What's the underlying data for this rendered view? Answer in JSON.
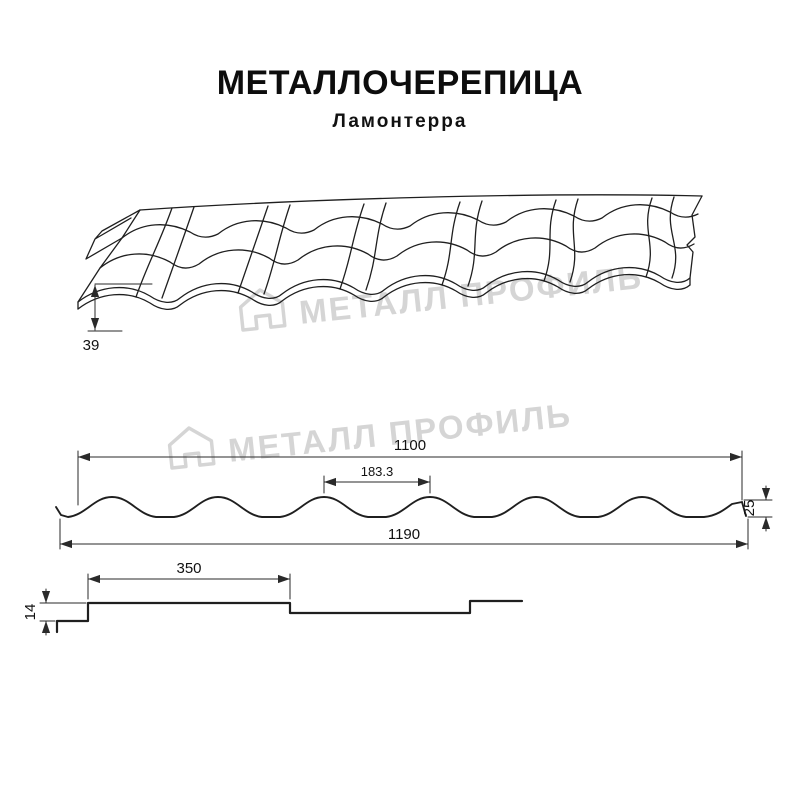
{
  "title": "МЕТАЛЛОЧЕРЕПИЦА",
  "subtitle": "Ламонтерра",
  "watermark_text": "МЕТАЛЛ ПРОФИЛЬ",
  "dims": {
    "front_step_height": "39",
    "cover_width": "1100",
    "wave_pitch": "183.3",
    "profile_height": "25",
    "overall_width": "1190",
    "module_length": "350",
    "edge_height": "14"
  },
  "colors": {
    "line": "#1f1f1f",
    "dimension": "#2a2a2a",
    "watermark": "#cbcbcb"
  }
}
